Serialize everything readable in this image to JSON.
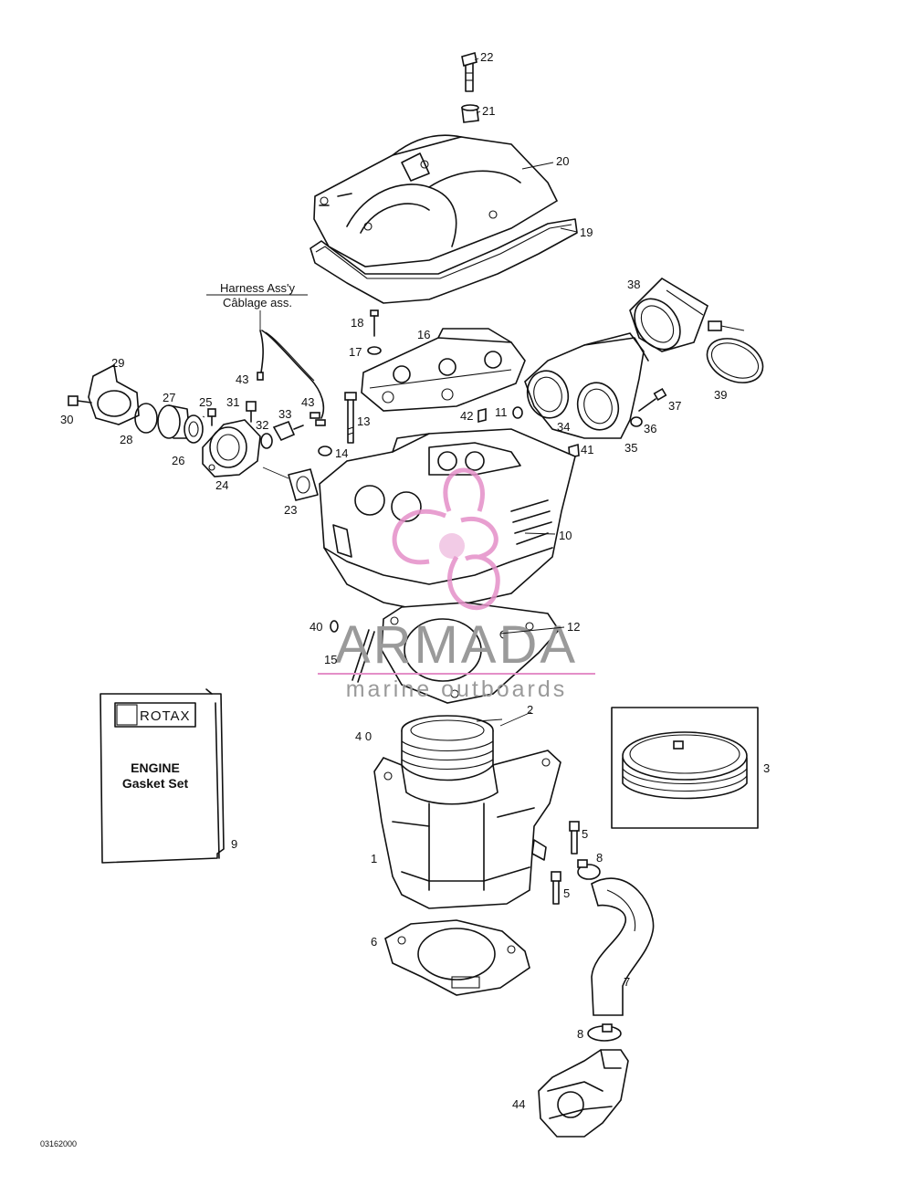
{
  "diagram": {
    "callouts": [
      {
        "id": "22",
        "label": "22"
      },
      {
        "id": "21",
        "label": "21"
      },
      {
        "id": "20",
        "label": "20"
      },
      {
        "id": "19",
        "label": "19"
      },
      {
        "id": "38",
        "label": "38"
      },
      {
        "id": "18",
        "label": "18"
      },
      {
        "id": "16",
        "label": "16"
      },
      {
        "id": "17",
        "label": "17"
      },
      {
        "id": "29",
        "label": "29"
      },
      {
        "id": "43a",
        "label": "43"
      },
      {
        "id": "27",
        "label": "27"
      },
      {
        "id": "25",
        "label": "25"
      },
      {
        "id": "31",
        "label": "31"
      },
      {
        "id": "33",
        "label": "33"
      },
      {
        "id": "43b",
        "label": "43"
      },
      {
        "id": "42",
        "label": "42"
      },
      {
        "id": "11",
        "label": "11"
      },
      {
        "id": "37",
        "label": "37"
      },
      {
        "id": "39",
        "label": "39"
      },
      {
        "id": "30",
        "label": "30"
      },
      {
        "id": "28",
        "label": "28"
      },
      {
        "id": "32",
        "label": "32"
      },
      {
        "id": "13",
        "label": "13"
      },
      {
        "id": "36",
        "label": "36"
      },
      {
        "id": "34",
        "label": "34"
      },
      {
        "id": "35",
        "label": "35"
      },
      {
        "id": "41",
        "label": "41"
      },
      {
        "id": "26",
        "label": "26"
      },
      {
        "id": "14",
        "label": "14"
      },
      {
        "id": "24",
        "label": "24"
      },
      {
        "id": "23",
        "label": "23"
      },
      {
        "id": "10",
        "label": "10"
      },
      {
        "id": "40a",
        "label": "40"
      },
      {
        "id": "12",
        "label": "12"
      },
      {
        "id": "15",
        "label": "15"
      },
      {
        "id": "2",
        "label": "2"
      },
      {
        "id": "40b",
        "label": "4 0"
      },
      {
        "id": "3",
        "label": "3"
      },
      {
        "id": "9",
        "label": "9"
      },
      {
        "id": "5a",
        "label": "5"
      },
      {
        "id": "1",
        "label": "1"
      },
      {
        "id": "8a",
        "label": "8"
      },
      {
        "id": "5b",
        "label": "5"
      },
      {
        "id": "6",
        "label": "6"
      },
      {
        "id": "7",
        "label": "7"
      },
      {
        "id": "8b",
        "label": "8"
      },
      {
        "id": "44",
        "label": "44"
      }
    ],
    "harness_label_en": "Harness Ass'y",
    "harness_label_fr": "Câblage ass.",
    "gasket_kit": {
      "brand": "ROTAX",
      "title_line1": "ENGINE",
      "title_line2": "Gasket Set"
    },
    "drawing_code": "03162000",
    "watermark": {
      "brand": "ARMADA",
      "tagline": "marine outboards",
      "color": "#e48fc8"
    }
  }
}
